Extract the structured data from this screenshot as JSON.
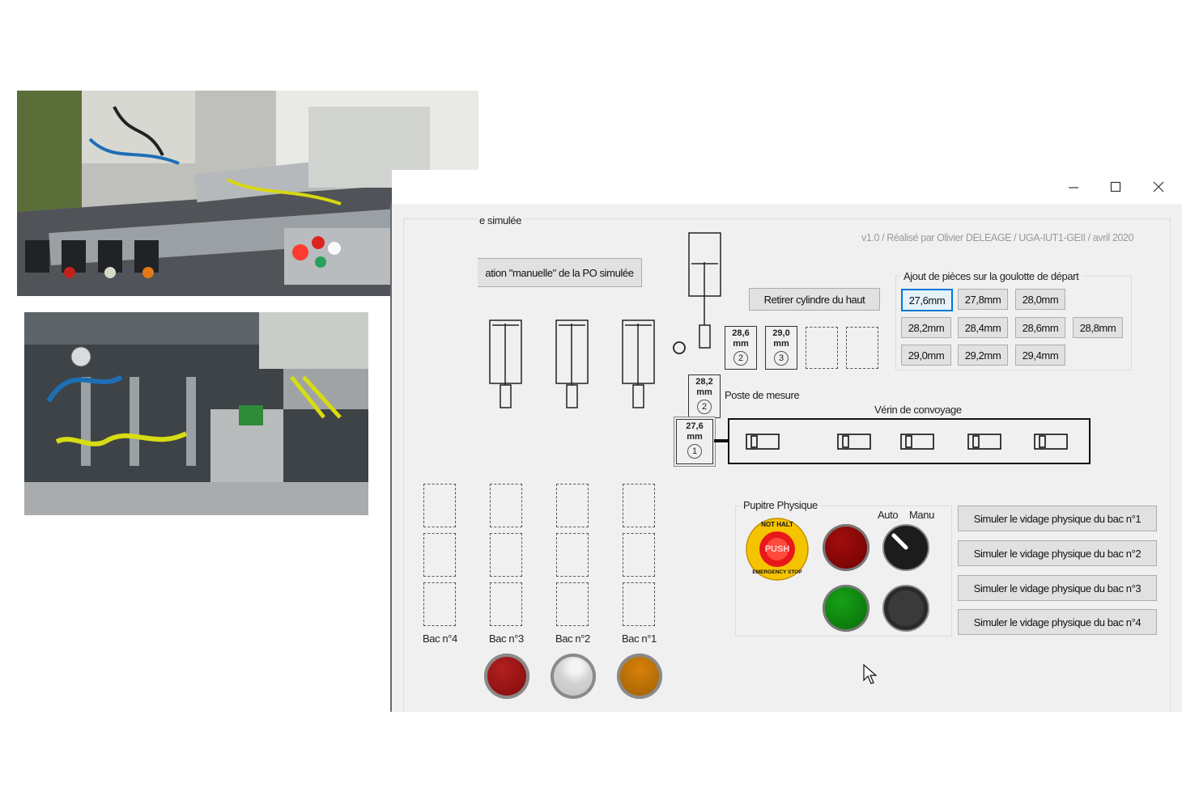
{
  "window": {
    "group_title_partial": "e simulée",
    "version_credit": "v1.0 / Réalisé par Olivier DELEAGE / UGA-IUT1-GEII / avril 2020",
    "manual_button": "ation \"manuelle\" de la PO simulée",
    "remove_cylinder_button": "Retirer cylindre du haut"
  },
  "add_parts": {
    "title": "Ajout de pièces sur la goulotte de départ",
    "buttons": [
      "27,6mm",
      "27,8mm",
      "28,0mm",
      "28,2mm",
      "28,4mm",
      "28,6mm",
      "28,8mm",
      "29,0mm",
      "29,2mm",
      "29,4mm"
    ],
    "selected": "27,6mm"
  },
  "pieces": {
    "stack_1": {
      "size": "28,6",
      "unit": "mm",
      "num": "2"
    },
    "stack_2": {
      "size": "29,0",
      "unit": "mm",
      "num": "3"
    },
    "measure": {
      "size": "28,2",
      "unit": "mm",
      "num": "2"
    },
    "entry": {
      "size": "27,6",
      "unit": "mm",
      "num": "1"
    }
  },
  "labels": {
    "measure_station": "Poste de mesure",
    "conveyor_cylinder": "Vérin de convoyage"
  },
  "bins": [
    "Bac n°4",
    "Bac n°3",
    "Bac n°2",
    "Bac n°1"
  ],
  "bin_lamps": {
    "bac3": "#8b0d0d",
    "bac2": "#d9d9d9",
    "bac1": "#b36b00"
  },
  "console": {
    "title": "Pupitre Physique",
    "estop_top": "NOT HALT",
    "estop_push": "PUSH",
    "estop_bottom": "EMERGENCY STOP",
    "mode_auto": "Auto",
    "mode_manu": "Manu",
    "lamp_red": "#8b0000",
    "lamp_green": "#0a8a0a"
  },
  "empty_buttons": [
    "Simuler le vidage physique du bac n°1",
    "Simuler le vidage physique du bac n°2",
    "Simuler le vidage physique du bac n°3",
    "Simuler le vidage physique du bac n°4"
  ]
}
